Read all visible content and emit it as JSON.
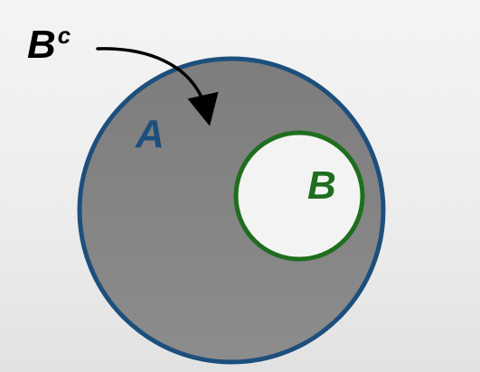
{
  "diagram": {
    "set_a": {
      "label": "A",
      "fill_color": "#858585",
      "stroke_color": "#1d4f7d",
      "label_color": "#1d4f7d"
    },
    "set_b": {
      "label": "B",
      "fill_color": "#f3f3f3",
      "stroke_color": "#1f6e1f",
      "label_color": "#1f6e1f"
    },
    "complement_annotation": {
      "base": "B",
      "superscript": "c",
      "text_color": "#000000",
      "arrow_color": "#000000"
    }
  }
}
